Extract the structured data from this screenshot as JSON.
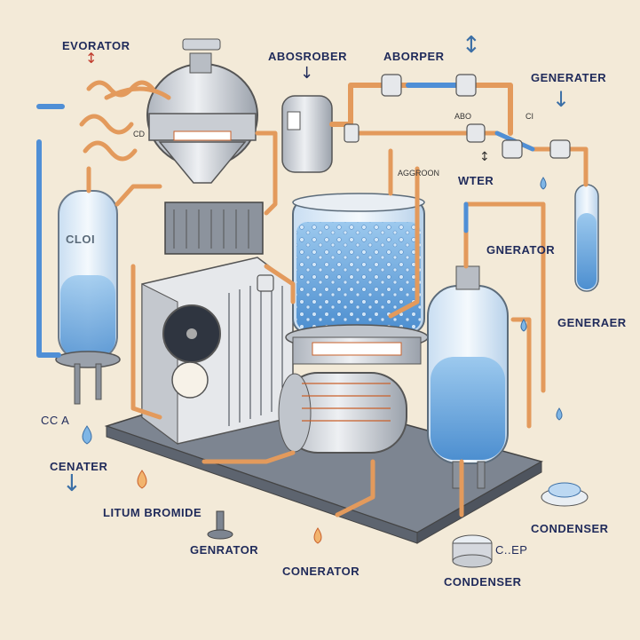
{
  "labels": {
    "evaporator": "EVORATOR",
    "absorber_1": "ABOSROBER",
    "absorber_2": "ABORPER",
    "generator_top": "GENERATER",
    "water": "WTER",
    "generator_mid": "GNERATOR",
    "generator_right": "GENERAER",
    "cca": "CC A",
    "cenater": "CENATER",
    "lithium_bromide": "LITUM BROMIDE",
    "genrator_bottom": "GENRATOR",
    "conerator": "CONERATOR",
    "condenser_bottom": "CONDENSER",
    "condenser_right": "CONDENSER",
    "cep": "C..EP",
    "tank_left_text": "CLOI",
    "small_ci": "CI",
    "small_abo": "ABO",
    "small_agroon": "AGGROON",
    "small_cd": "CD"
  },
  "colors": {
    "background": "#f3ead8",
    "pipe_orange": "#e39a5c",
    "pipe_blue": "#4f8fd6",
    "water": "#7fb6e6",
    "steel": "#d5d8de",
    "label": "#1f2a5a"
  },
  "icons": {
    "arrow_up": "↑",
    "arrow_down": "↓",
    "arrow_updown": "↕"
  }
}
